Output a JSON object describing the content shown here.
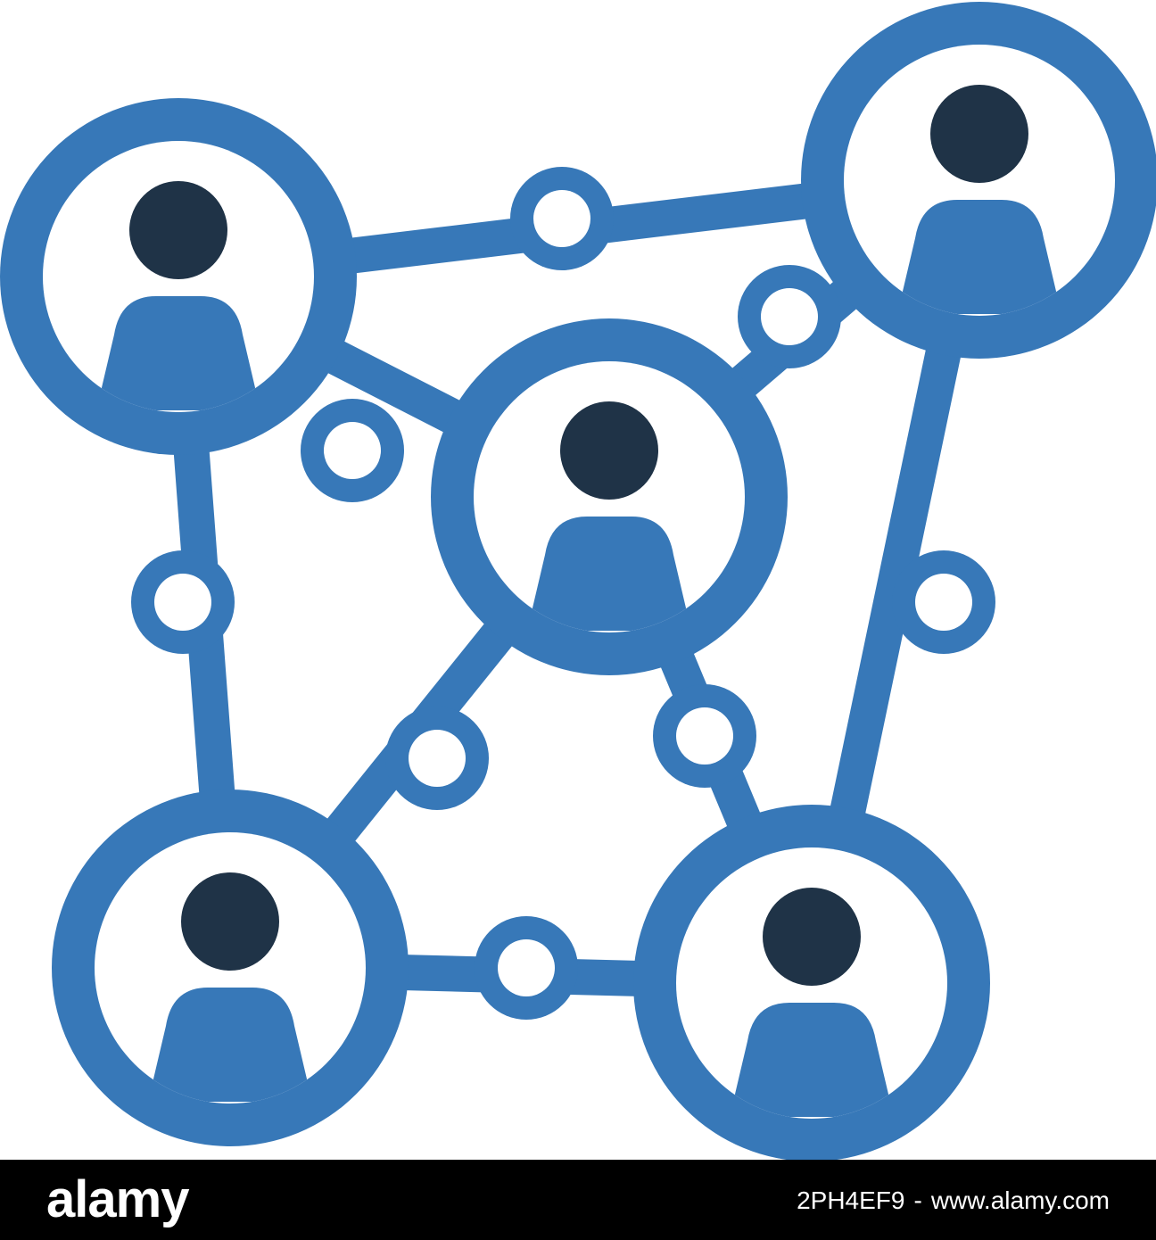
{
  "illustration": {
    "name": "people-network-icon",
    "colors": {
      "primary": "#3778b8",
      "dark": "#1f3347",
      "background": "#ffffff"
    },
    "person_count": 5,
    "connection_count": 8
  },
  "footer": {
    "logo": "alamy",
    "image_id": "2PH4EF9",
    "site": "www.alamy.com",
    "background": "#000000"
  }
}
